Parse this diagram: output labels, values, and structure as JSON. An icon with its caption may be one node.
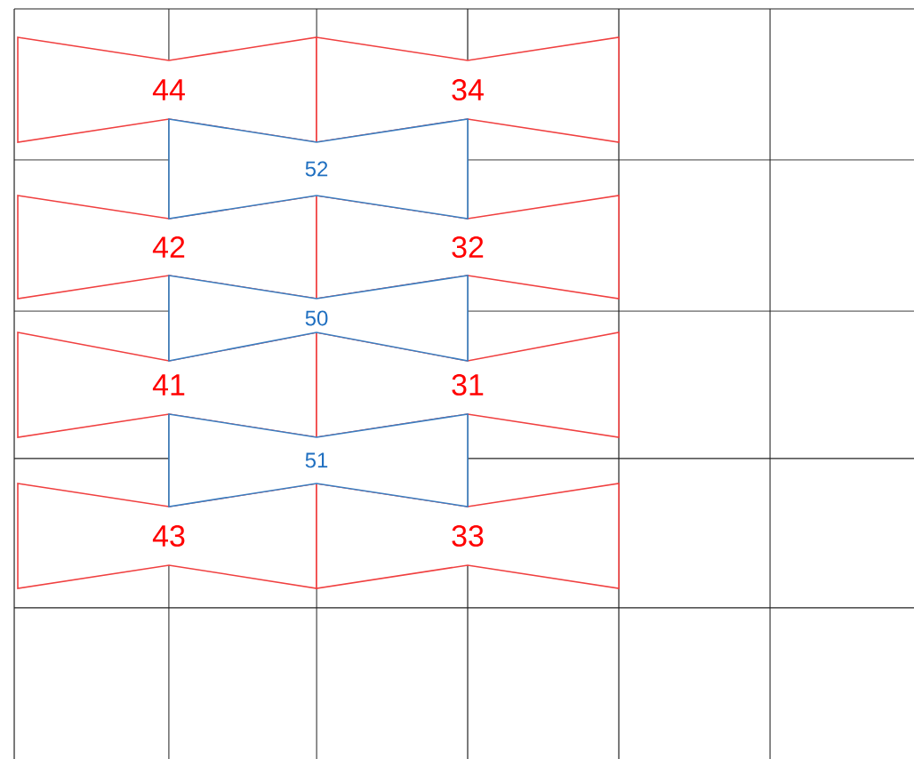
{
  "diagram": {
    "nodes": [
      {
        "text": [
          "44"
        ]
      },
      {
        "text": [
          "34"
        ]
      },
      {
        "text": [
          "52"
        ]
      },
      {
        "text": [
          "42"
        ]
      },
      {
        "text": [
          "32"
        ]
      },
      {
        "text": [
          "50"
        ]
      },
      {
        "text": [
          "41"
        ]
      },
      {
        "text": [
          "31"
        ]
      },
      {
        "text": [
          "51"
        ]
      },
      {
        "text": [
          "43"
        ]
      },
      {
        "text": [
          "33"
        ]
      }
    ]
  }
}
